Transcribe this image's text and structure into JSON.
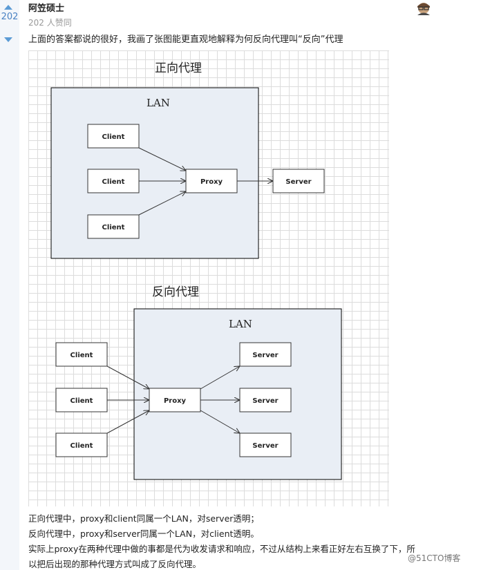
{
  "vote": {
    "count": "202"
  },
  "answer": {
    "author": "阿笠硕士",
    "votes_label": "202 人赞同",
    "intro": "上面的答案都说的很好，我画了张图能更直观地解释为何反向代理叫“反向”代理"
  },
  "diagram": {
    "forward": {
      "title": "正向代理",
      "lan": "LAN",
      "clients": [
        "Client",
        "Client",
        "Client"
      ],
      "proxy": "Proxy",
      "server": "Server"
    },
    "reverse": {
      "title": "反向代理",
      "lan": "LAN",
      "clients": [
        "Client",
        "Client",
        "Client"
      ],
      "proxy": "Proxy",
      "servers": [
        "Server",
        "Server",
        "Server"
      ]
    }
  },
  "footer": {
    "lines": [
      "正向代理中，proxy和client同属一个LAN，对server透明；",
      "反向代理中，proxy和server同属一个LAN，对client透明。",
      "实际上proxy在两种代理中做的事都是代为收发请求和响应，不过从结构上来看正好左右互换了下，所",
      "以把后出现的那种代理方式叫成了反向代理。"
    ]
  },
  "watermark": "@51CTO博客"
}
